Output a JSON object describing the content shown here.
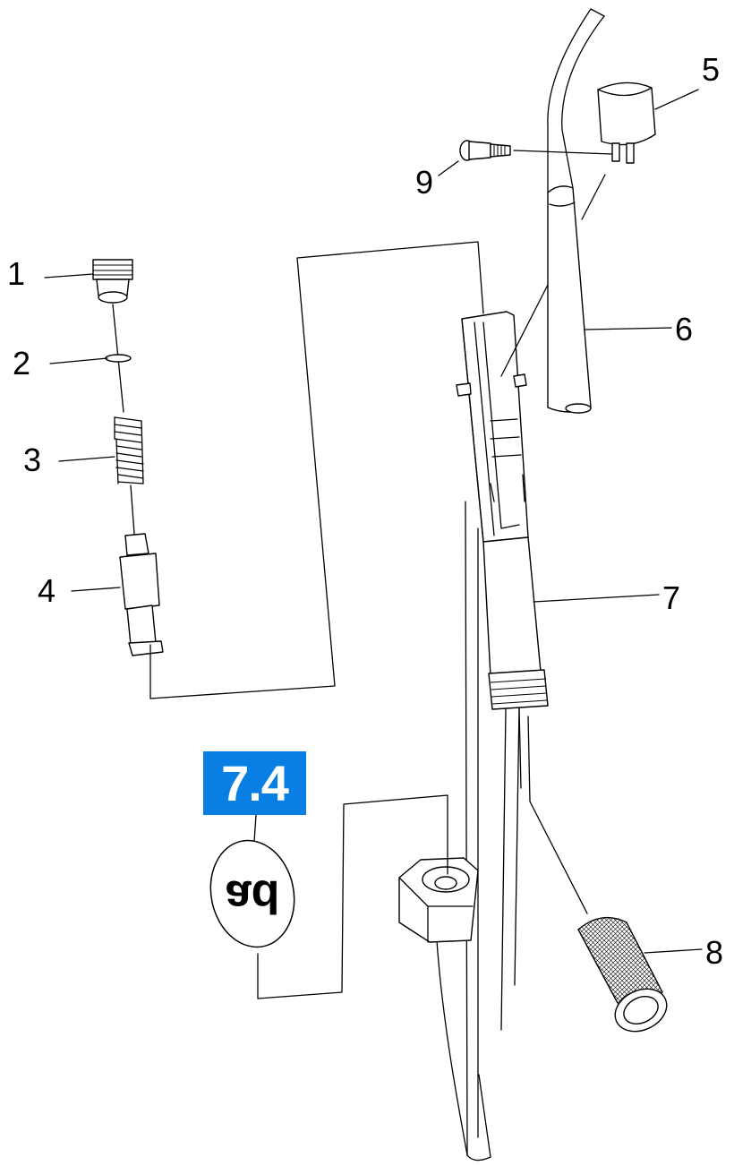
{
  "section_badge": {
    "label": "7.4",
    "color": "#0a7fe3"
  },
  "symbol": {
    "label": "ad"
  },
  "callouts": [
    "1",
    "2",
    "3",
    "4",
    "5",
    "6",
    "7",
    "8",
    "9"
  ]
}
